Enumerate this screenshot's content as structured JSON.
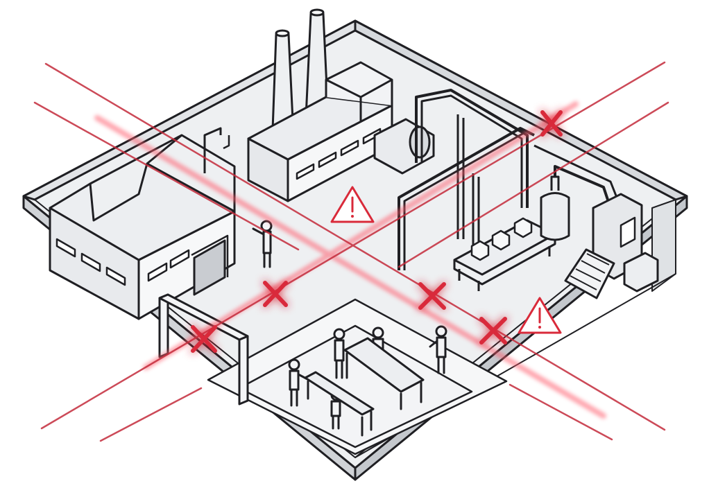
{
  "diagram": {
    "colors": {
      "line": "#1f1f23",
      "floor": "#eef0f2",
      "floor_light": "#f6f7f8",
      "wall": "#e2e4e7",
      "wall_dark": "#d0d3d7",
      "danger": "#d92a3a",
      "glow": "#ff5a6a"
    },
    "markers": {
      "cross_count": 5,
      "warning_count": 2,
      "warning_icon": "warning-triangle-icon",
      "cross_icon": "cross-mark-icon"
    },
    "zones": [
      "warehouse",
      "factory",
      "production-line",
      "workshop"
    ]
  }
}
